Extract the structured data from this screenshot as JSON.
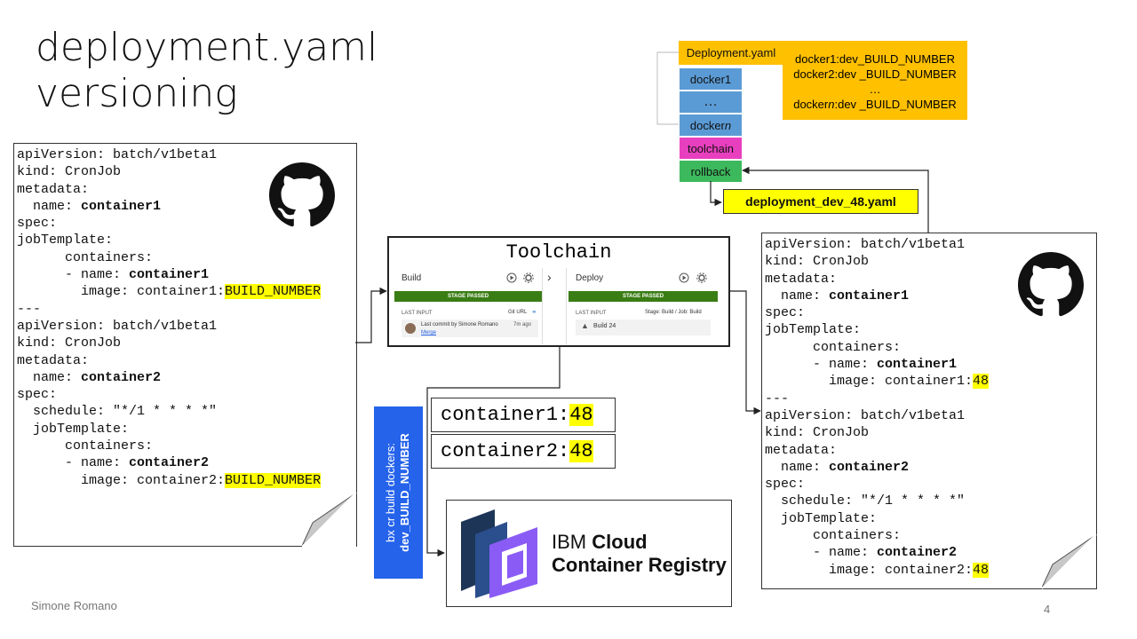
{
  "title": [
    "deployment.yaml",
    "versioning"
  ],
  "left_yaml": [
    {
      "parts": [
        {
          "t": "apiVersion: batch/v1beta1"
        }
      ]
    },
    {
      "parts": [
        {
          "t": "kind: CronJob"
        }
      ]
    },
    {
      "parts": [
        {
          "t": "metadata:"
        }
      ]
    },
    {
      "parts": [
        {
          "t": "  name: "
        },
        {
          "t": "container1",
          "b": true
        }
      ]
    },
    {
      "parts": [
        {
          "t": "spec:"
        }
      ]
    },
    {
      "parts": [
        {
          "t": "jobTemplate:"
        }
      ]
    },
    {
      "parts": [
        {
          "t": "      containers:"
        }
      ]
    },
    {
      "parts": [
        {
          "t": "      - name: "
        },
        {
          "t": "container1",
          "b": true
        }
      ]
    },
    {
      "parts": [
        {
          "t": "        image: container1:"
        },
        {
          "t": "BUILD_NUMBER",
          "h": true
        }
      ]
    },
    {
      "parts": [
        {
          "t": "---"
        }
      ]
    },
    {
      "parts": [
        {
          "t": "apiVersion: batch/v1beta1"
        }
      ]
    },
    {
      "parts": [
        {
          "t": "kind: CronJob"
        }
      ]
    },
    {
      "parts": [
        {
          "t": "metadata:"
        }
      ]
    },
    {
      "parts": [
        {
          "t": "  name: "
        },
        {
          "t": "container2",
          "b": true
        }
      ]
    },
    {
      "parts": [
        {
          "t": "spec:"
        }
      ]
    },
    {
      "parts": [
        {
          "t": "  schedule: \"*/1 * * * *\""
        }
      ]
    },
    {
      "parts": [
        {
          "t": "  jobTemplate:"
        }
      ]
    },
    {
      "parts": [
        {
          "t": "      containers:"
        }
      ]
    },
    {
      "parts": [
        {
          "t": "      - name: "
        },
        {
          "t": "container2",
          "b": true
        }
      ]
    },
    {
      "parts": [
        {
          "t": "        image: container2:"
        },
        {
          "t": "BUILD_NUMBER",
          "h": true
        }
      ]
    }
  ],
  "right_yaml": [
    {
      "parts": [
        {
          "t": "apiVersion: batch/v1beta1"
        }
      ]
    },
    {
      "parts": [
        {
          "t": "kind: CronJob"
        }
      ]
    },
    {
      "parts": [
        {
          "t": "metadata:"
        }
      ]
    },
    {
      "parts": [
        {
          "t": "  name: "
        },
        {
          "t": "container1",
          "b": true
        }
      ]
    },
    {
      "parts": [
        {
          "t": "spec:"
        }
      ]
    },
    {
      "parts": [
        {
          "t": "jobTemplate:"
        }
      ]
    },
    {
      "parts": [
        {
          "t": "      containers:"
        }
      ]
    },
    {
      "parts": [
        {
          "t": "      - name: "
        },
        {
          "t": "container1",
          "b": true
        }
      ]
    },
    {
      "parts": [
        {
          "t": "        image: container1:"
        },
        {
          "t": "48",
          "h": true
        }
      ]
    },
    {
      "parts": [
        {
          "t": "---"
        }
      ]
    },
    {
      "parts": [
        {
          "t": "apiVersion: batch/v1beta1"
        }
      ]
    },
    {
      "parts": [
        {
          "t": "kind: CronJob"
        }
      ]
    },
    {
      "parts": [
        {
          "t": "metadata:"
        }
      ]
    },
    {
      "parts": [
        {
          "t": "  name: "
        },
        {
          "t": "container2",
          "b": true
        }
      ]
    },
    {
      "parts": [
        {
          "t": "spec:"
        }
      ]
    },
    {
      "parts": [
        {
          "t": "  schedule: \"*/1 * * * *\""
        }
      ]
    },
    {
      "parts": [
        {
          "t": "  jobTemplate:"
        }
      ]
    },
    {
      "parts": [
        {
          "t": "      containers:"
        }
      ]
    },
    {
      "parts": [
        {
          "t": "      - name: "
        },
        {
          "t": "container2",
          "b": true
        }
      ]
    },
    {
      "parts": [
        {
          "t": "        image: container2:"
        },
        {
          "t": "48",
          "h": true
        }
      ]
    }
  ],
  "repo_diagram": {
    "deployment_label": "Deployment.yaml",
    "docker1": "docker1",
    "ellipsis": "…",
    "dockern_prefix": "docker",
    "dockern_italic": "n",
    "toolchain": "toolchain",
    "rollback": "rollback",
    "tags": [
      "docker1:dev_BUILD_NUMBER",
      "docker2:dev _BUILD_NUMBER",
      "…"
    ],
    "tag_last_prefix": "docker",
    "tag_last_italic": "n",
    "tag_last_suffix": ":dev _BUILD_NUMBER",
    "output_file": "deployment_dev_48.yaml"
  },
  "toolchain": {
    "title": "Toolchain",
    "build_label": "Build",
    "deploy_label": "Deploy",
    "stage_passed": "STAGE PASSED",
    "last_input": "LAST INPUT",
    "git_url": "Git URL",
    "stage_job": "Stage: Build  /  Job: Build",
    "commit_text": "Last commit by Simone Romano",
    "commit_time": "7m ago",
    "merge": "Merge",
    "build_ref": "Build 24"
  },
  "containers": [
    {
      "name": "container1:",
      "tag": "48"
    },
    {
      "name": "container2:",
      "tag": "48"
    }
  ],
  "side_label": {
    "line1": "bx cr build dockers:",
    "line2": "dev_BUILD_NUMBER"
  },
  "ibm": {
    "brand": "IBM",
    "brand_bold": "Cloud",
    "product": "Container Registry"
  },
  "footer": {
    "author": "Simone Romano",
    "page": "4"
  },
  "colors": {
    "yellow": "#ffc000",
    "blue": "#5b9bd5",
    "magenta": "#e83fbf",
    "green": "#3cb95c",
    "dark_blue": "#2563eb",
    "stage_green": "#3a7d14",
    "highlight": "#ffff00"
  },
  "icons": [
    "github-icon",
    "github-icon",
    "ibm-cloud-registry-logo",
    "play-icon",
    "gear-icon",
    "chevron-right-icon",
    "link-icon",
    "avatar",
    "build-icon"
  ]
}
